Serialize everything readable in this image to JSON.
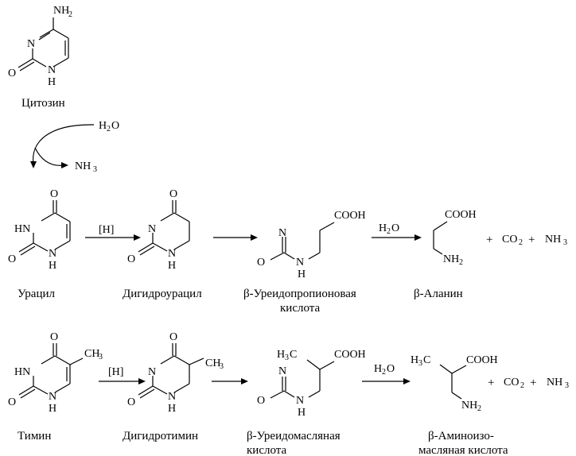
{
  "labels": {
    "cytosine": "Цитозин",
    "uracil": "Урацил",
    "dihydrouracil": "Дигидроурацил",
    "ureidopropionic_1": "β-Уреидопропионовая",
    "ureidopropionic_2": "кислота",
    "alanine": "β-Аланин",
    "thymine": "Тимин",
    "dihydrothymine": "Дигидротимин",
    "ureidobutyric_1": "β-Уреидомасляная",
    "ureidobutyric_2": "кислота",
    "aminoiso_1": "β-Аминоизо-",
    "aminoiso_2": "масляная кислота"
  },
  "atoms": {
    "nh": "NH",
    "n": "N",
    "o": "O",
    "h": "H",
    "hn": "HN",
    "nh2": "NH",
    "two": "2",
    "three": "3",
    "h2o_h": "H",
    "h2o_o": "O",
    "nh3": "NH",
    "cooh": "COOH",
    "ch3": "CH",
    "h3c": "H",
    "h3c_c": "C",
    "co2": "CO",
    "plus": "+",
    "reduce": "[H]"
  }
}
